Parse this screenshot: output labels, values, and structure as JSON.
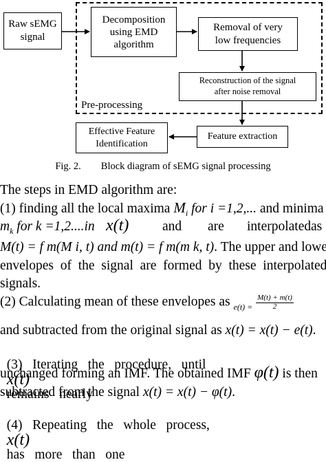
{
  "diagram": {
    "boxes": {
      "raw": "Raw sEMG\nsignal",
      "decomposition": "Decomposition\nusing EMD\nalgorithm",
      "removal": "Removal of very\nlow frequencies",
      "reconstruction": "Reconstruction of the signal\nafter noise removal",
      "feature_extraction": "Feature extraction",
      "identification": "Effective Feature\nIdentification"
    },
    "region_label": "Pre-processing",
    "caption": "Fig. 2.        Block diagram of sEMG signal processing"
  },
  "text": {
    "intro": "The steps in EMD algorithm are:",
    "s1_a": "(1) finding all the local maxima",
    "s1_b": "and minima",
    "s1_mi": "M",
    "s1_mi_sub": "i",
    "s1_for_i": "for i =1,2,...",
    "s2_mk": "m",
    "s2_mk_sub": "k",
    "s2_for_k": "for k =1,2....in",
    "s2_xt": "x(t)",
    "s2_and": "and",
    "s2_are": "are",
    "s2_interp": "interpolated",
    "s2_as": "as",
    "s3_eq": "M(t) = f m(M i, t)  and m(t) = f m(m k, t)",
    "s3_tail": ". The upper and lower",
    "s4": "envelopes  of  the  signal  are  formed  by  these  interpolated",
    "s5": "signals.",
    "s6_a": "(2) Calculating mean of these envelopes as",
    "s6_e": "e(t) =",
    "s6_num": "M(t) + m(t)",
    "s6_den": "2",
    "s7_a": "and subtracted from the original signal as",
    "s7_eq": "x(t) = x(t) − e(t)",
    "s8_a": "(3)   Iterating   the   procedure,   until",
    "s8_x": "x(t)",
    "s8_b": "remains   nearly",
    "s9_a": "unchanged forming an IMF. The obtained IMF",
    "s9_phi": "φ(t)",
    "s9_b": "is then",
    "s10_a": "subtracted from the signal",
    "s10_eq": "x(t) = x(t) − φ(t)",
    "s11_a": "(4)   Repeating   the   whole   process,",
    "s11_x": "x(t)",
    "s11_b": "has   more   than   one"
  }
}
